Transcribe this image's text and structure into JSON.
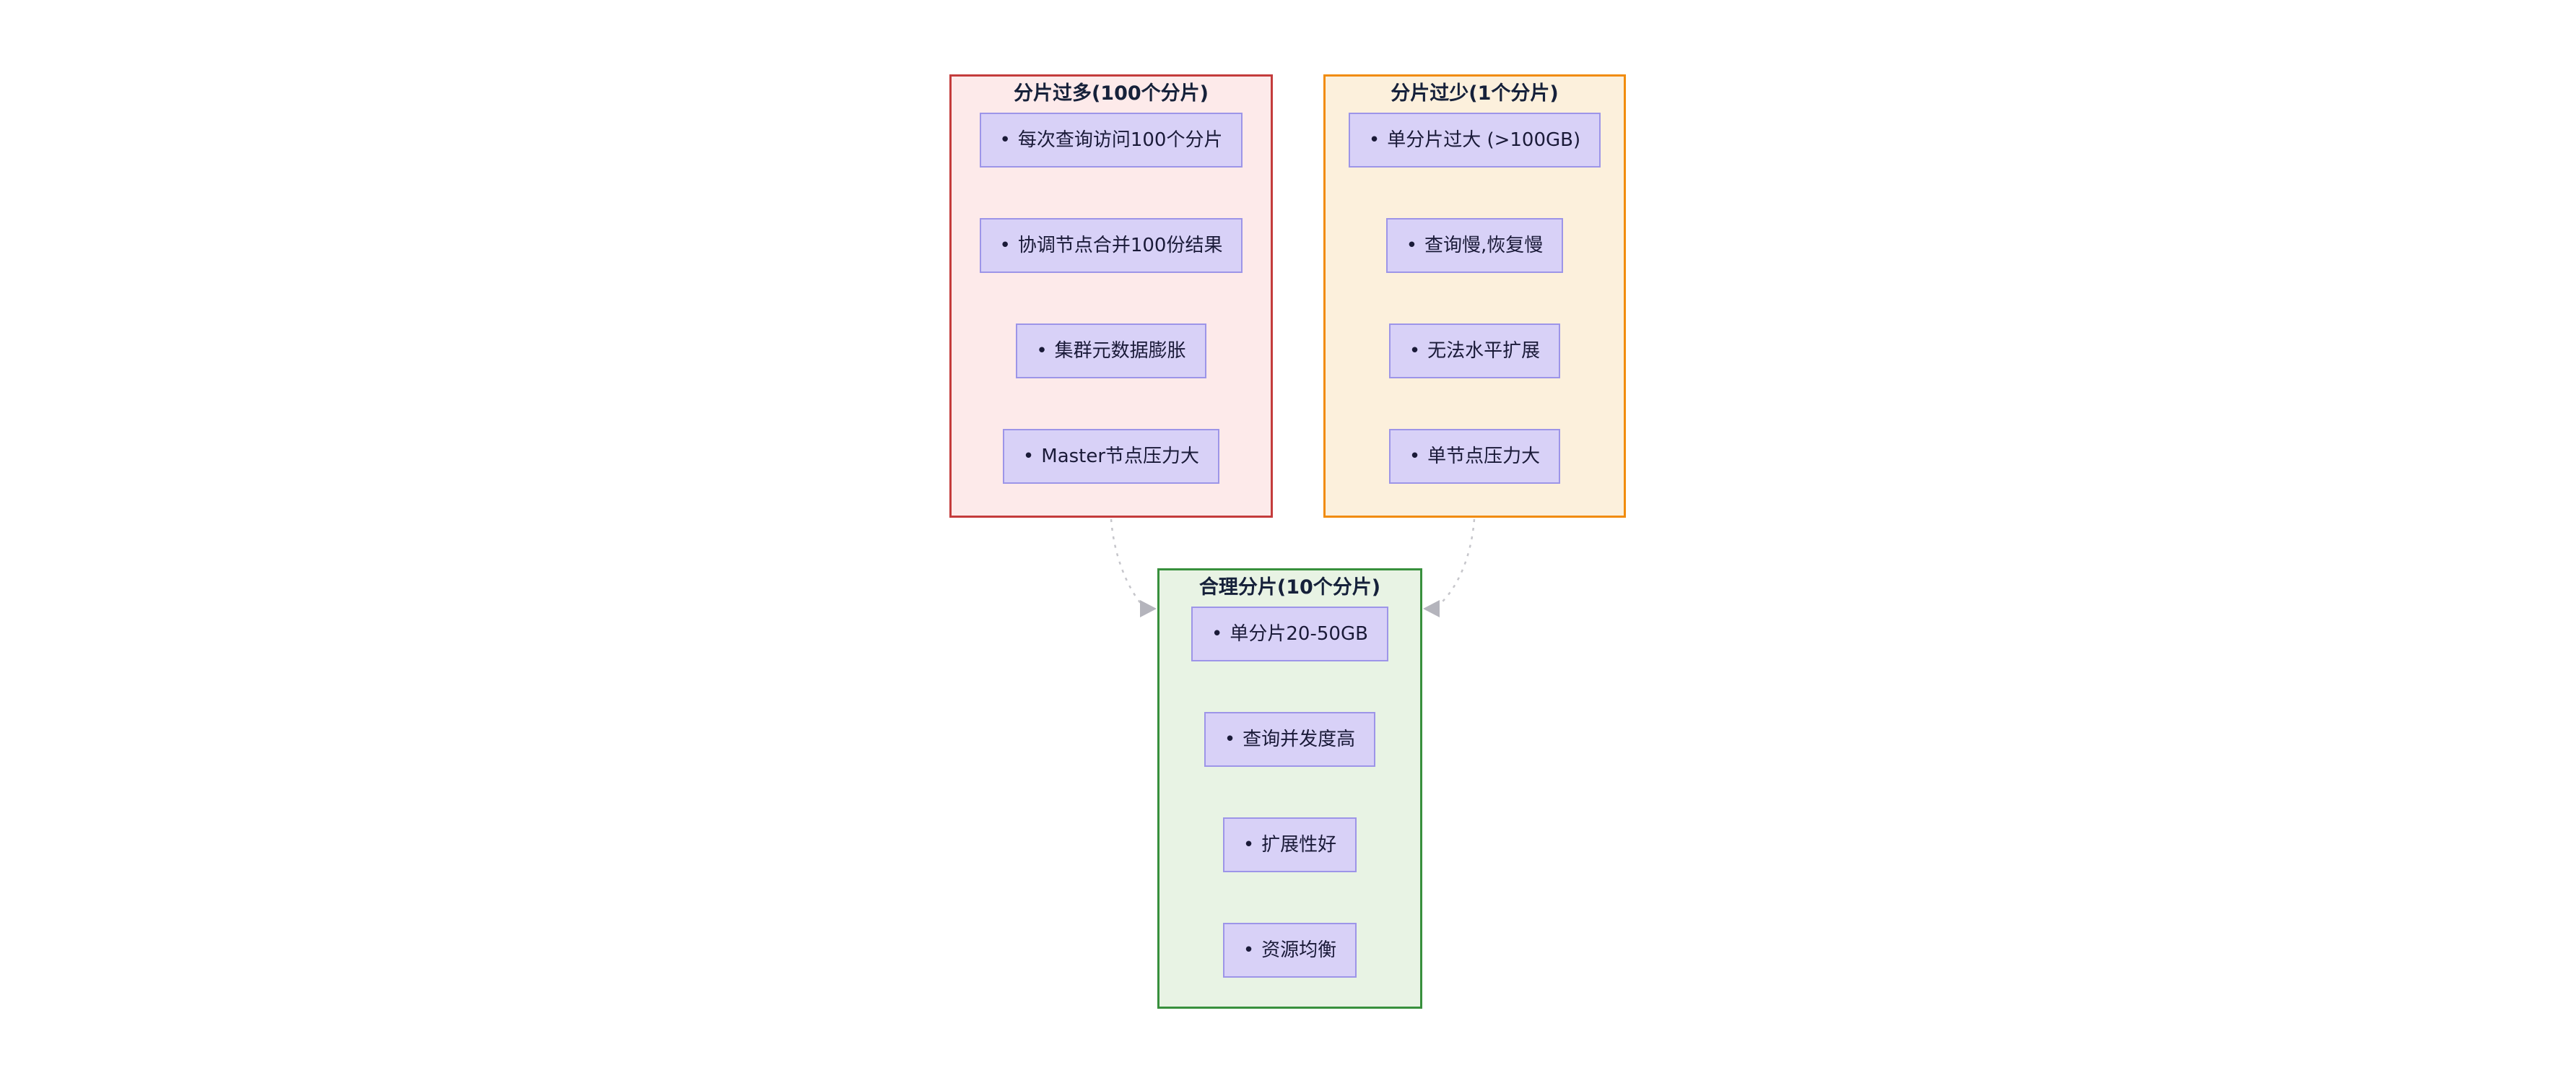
{
  "diagram": {
    "bullet": "•",
    "groups": [
      {
        "id": "too-many-shards",
        "title": "分片过多(100个分片)",
        "fill_color": "#fdeaea",
        "border_color": "#c43c3c",
        "items": [
          {
            "label": "每次查询访问100个分片"
          },
          {
            "label": "协调节点合并100份结果"
          },
          {
            "label": "集群元数据膨胀"
          },
          {
            "label": "Master节点压力大"
          }
        ]
      },
      {
        "id": "too-few-shards",
        "title": "分片过少(1个分片)",
        "fill_color": "#fcf0dc",
        "border_color": "#f18c0e",
        "items": [
          {
            "label": "单分片过大 (>100GB)"
          },
          {
            "label": "查询慢,恢复慢"
          },
          {
            "label": "无法水平扩展"
          },
          {
            "label": "单节点压力大"
          }
        ]
      },
      {
        "id": "reasonable-shards",
        "title": "合理分片(10个分片)",
        "fill_color": "#e8f3e4",
        "border_color": "#38903d",
        "items": [
          {
            "label": "单分片20-50GB"
          },
          {
            "label": "查询并发度高"
          },
          {
            "label": "扩展性好"
          },
          {
            "label": "资源均衡"
          }
        ]
      }
    ],
    "node_style": {
      "fill_color": "#d8d1f7",
      "border_color": "#9d95e8",
      "text_color": "#1a1a38"
    },
    "connectors": [
      {
        "from": "too-many-shards",
        "to": "reasonable-shards",
        "style": "dashed-arrow"
      },
      {
        "from": "too-few-shards",
        "to": "reasonable-shards",
        "style": "dashed-arrow"
      }
    ],
    "connector_color": "#c6c6cb"
  }
}
